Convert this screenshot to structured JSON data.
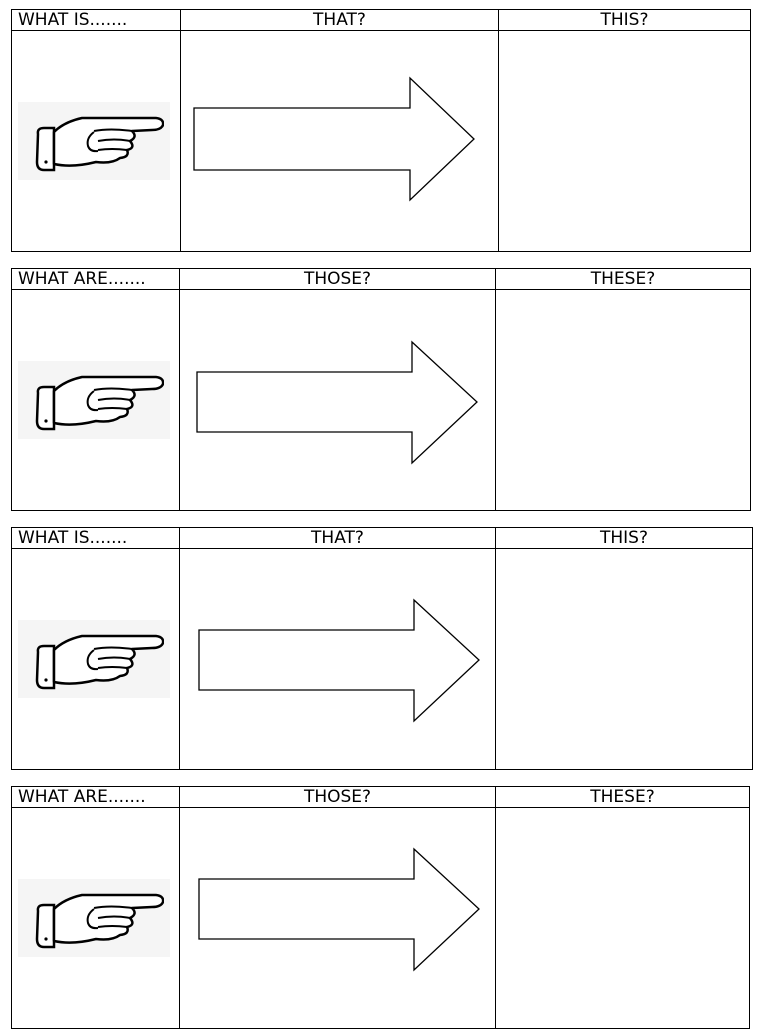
{
  "sections": [
    {
      "label": "WHAT IS.......",
      "far": "THAT?",
      "near": "THIS?"
    },
    {
      "label": "WHAT ARE.......",
      "far": "THOSE?",
      "near": "THESE?"
    },
    {
      "label": "WHAT IS.......",
      "far": "THAT?",
      "near": "THIS?"
    },
    {
      "label": "WHAT ARE.......",
      "far": "THOSE?",
      "near": "THESE?"
    }
  ],
  "icons": {
    "hand": "pointing-hand-icon",
    "arrow": "right-arrow-icon"
  },
  "colors": {
    "line": "#000000",
    "hand_bg": "#f5f5f5"
  }
}
